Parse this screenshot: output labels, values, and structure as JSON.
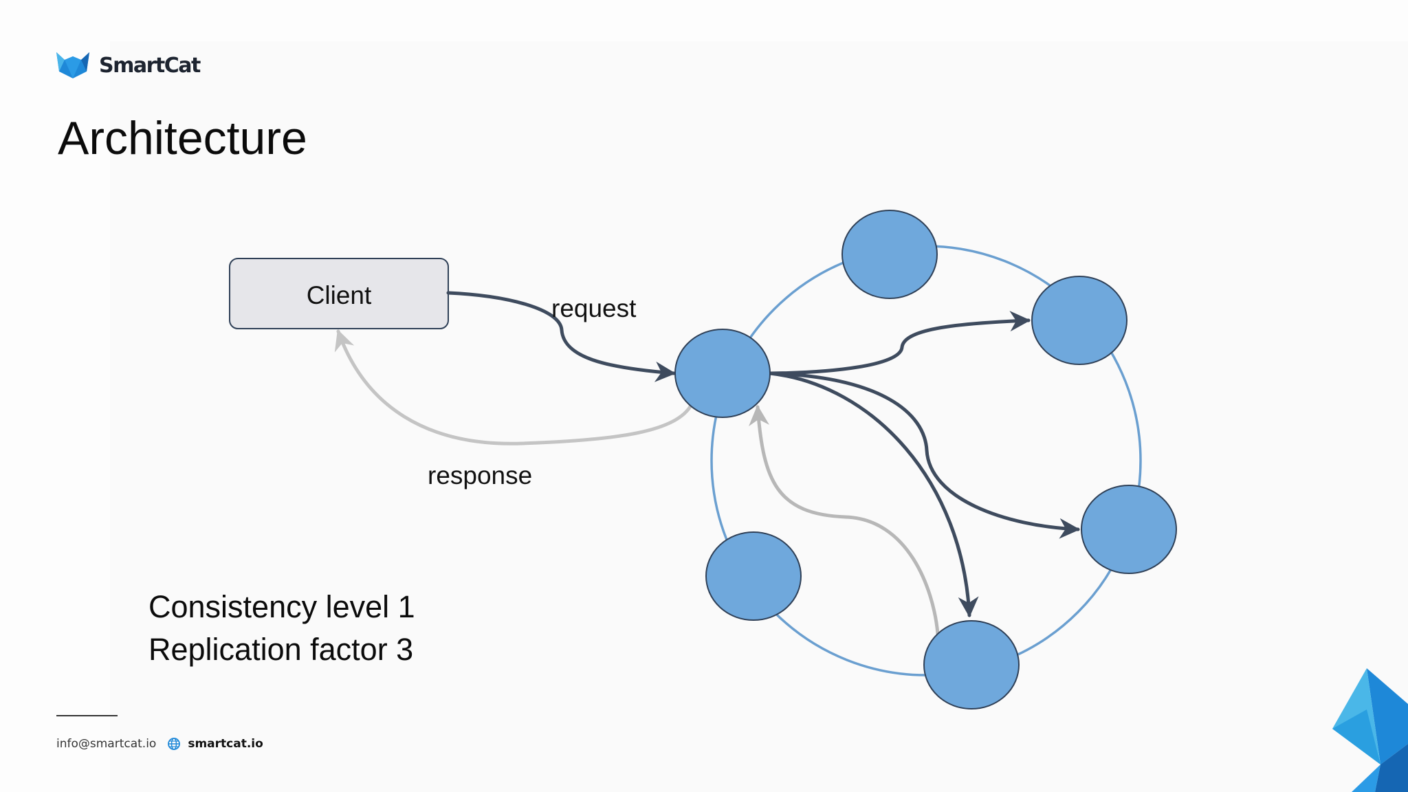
{
  "brand": {
    "name": "SmartCat"
  },
  "slide": {
    "title": "Architecture"
  },
  "diagram": {
    "client_label": "Client",
    "request_label": "request",
    "response_label": "response"
  },
  "settings": {
    "consistency": "Consistency level 1",
    "replication": "Replication factor 3"
  },
  "footer": {
    "email": "info@smartcat.io",
    "website": "smartcat.io"
  },
  "colors": {
    "node_fill": "#6fa8dc",
    "node_stroke": "#2f4057",
    "ring": "#6a9fd0",
    "request_arrow": "#3e4b5e",
    "response_arrow": "#c4c4c4",
    "brand_blue": "#1e88d8"
  },
  "icons": [
    "smartcat-logo-icon",
    "globe-icon",
    "corner-triangles-decoration"
  ]
}
